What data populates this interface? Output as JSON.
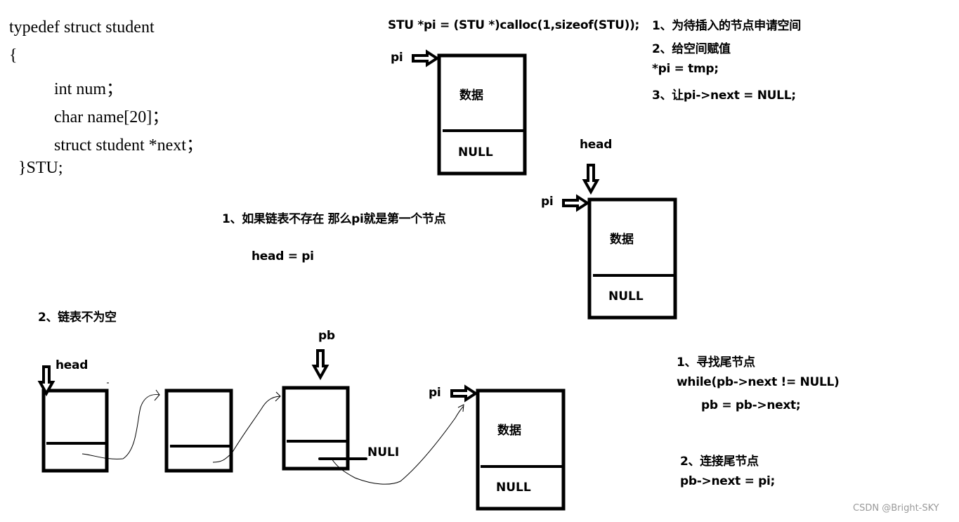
{
  "struct_code": {
    "lines": [
      "typedef struct student",
      "{",
      "int num；",
      "char name[20]；",
      "struct student *next；",
      "}STU;"
    ]
  },
  "alloc_code": "STU *pi = (STU *)calloc(1,sizeof(STU));",
  "steps_top": [
    "1、为待插入的节点申请空间",
    "2、给空间赋值",
    "*pi = tmp;",
    "3、让pi->next = NULL;"
  ],
  "case_empty": {
    "title": "1、如果链表不存在 那么pi就是第一个节点",
    "code": "head = pi"
  },
  "case_nonempty": {
    "title": "2、链表不为空"
  },
  "steps_bottom": [
    "1、寻找尾节点",
    "while(pb->next != NULL)",
    "pb = pb->next;",
    "2、连接尾节点",
    "pb->next = pi;"
  ],
  "labels": {
    "pi": "pi",
    "head": "head",
    "pb": "pb",
    "data": "数据",
    "null": "NULL",
    "nuli": "NULI"
  },
  "watermark": "CSDN @Bright-SKY"
}
